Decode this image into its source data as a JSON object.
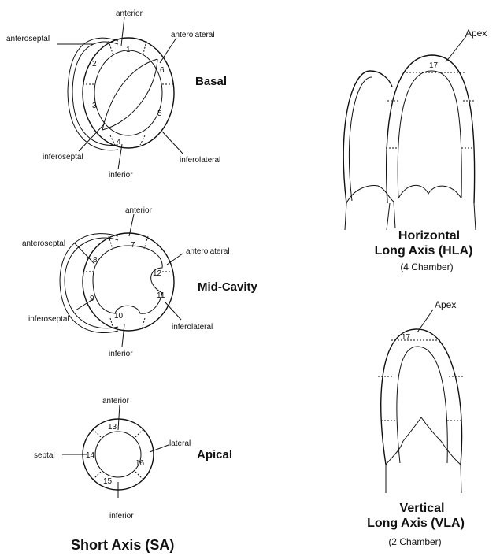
{
  "short_axis": {
    "title": "Short Axis (SA)",
    "basal": {
      "heading": "Basal",
      "labels": {
        "anterior": "anterior",
        "anterolateral": "anterolateral",
        "anteroseptal": "anteroseptal",
        "inferoseptal": "inferoseptal",
        "inferior": "inferior",
        "inferolateral": "inferolateral"
      },
      "segments": [
        "1",
        "2",
        "3",
        "4",
        "5",
        "6"
      ]
    },
    "mid": {
      "heading": "Mid-Cavity",
      "labels": {
        "anterior": "anterior",
        "anterolateral": "anterolateral",
        "anteroseptal": "anteroseptal",
        "inferoseptal": "inferoseptal",
        "inferior": "inferior",
        "inferolateral": "inferolateral"
      },
      "segments": [
        "7",
        "8",
        "9",
        "10",
        "11",
        "12"
      ]
    },
    "apical": {
      "heading": "Apical",
      "labels": {
        "anterior": "anterior",
        "septal": "septal",
        "lateral": "lateral",
        "inferior": "inferior"
      },
      "segments": [
        "13",
        "14",
        "15",
        "16"
      ]
    }
  },
  "hla": {
    "apex": "Apex",
    "segment": "17",
    "title_line1": "Horizontal",
    "title_line2": "Long Axis (HLA)",
    "subtitle": "(4 Chamber)"
  },
  "vla": {
    "apex": "Apex",
    "segment": "17",
    "title_line1": "Vertical",
    "title_line2": "Long Axis (VLA)",
    "subtitle": "(2 Chamber)"
  }
}
